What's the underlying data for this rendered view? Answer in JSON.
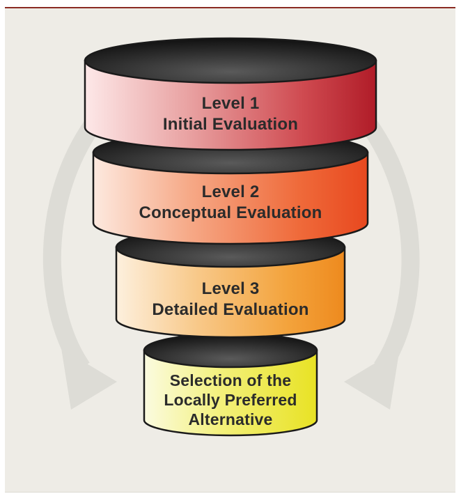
{
  "funnel": {
    "level1": {
      "line1": "Level 1",
      "line2": "Initial Evaluation"
    },
    "level2": {
      "line1": "Level 2",
      "line2": "Conceptual Evaluation"
    },
    "level3": {
      "line1": "Level 3",
      "line2": "Detailed Evaluation"
    },
    "level4": {
      "line1": "Selection of the",
      "line2": "Locally Preferred",
      "line3": "Alternative"
    }
  },
  "colors": {
    "frame_top_border": "#8a2a22",
    "background": "#eeece6",
    "level1": "#c8313a",
    "level2": "#ec5a2a",
    "level3": "#f4a23a",
    "level4": "#ece83c"
  }
}
